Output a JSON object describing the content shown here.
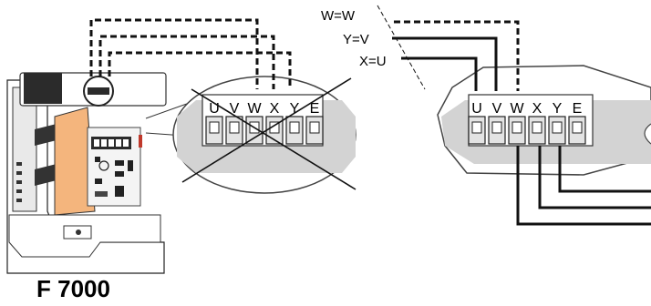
{
  "product_label": "F 7000",
  "equivalences": [
    "W=W",
    "Y=V",
    "X=U"
  ],
  "left_terminals": [
    "U",
    "V",
    "W",
    "X",
    "Y",
    "E"
  ],
  "right_terminals": [
    "U",
    "V",
    "W",
    "X",
    "Y",
    "E"
  ]
}
